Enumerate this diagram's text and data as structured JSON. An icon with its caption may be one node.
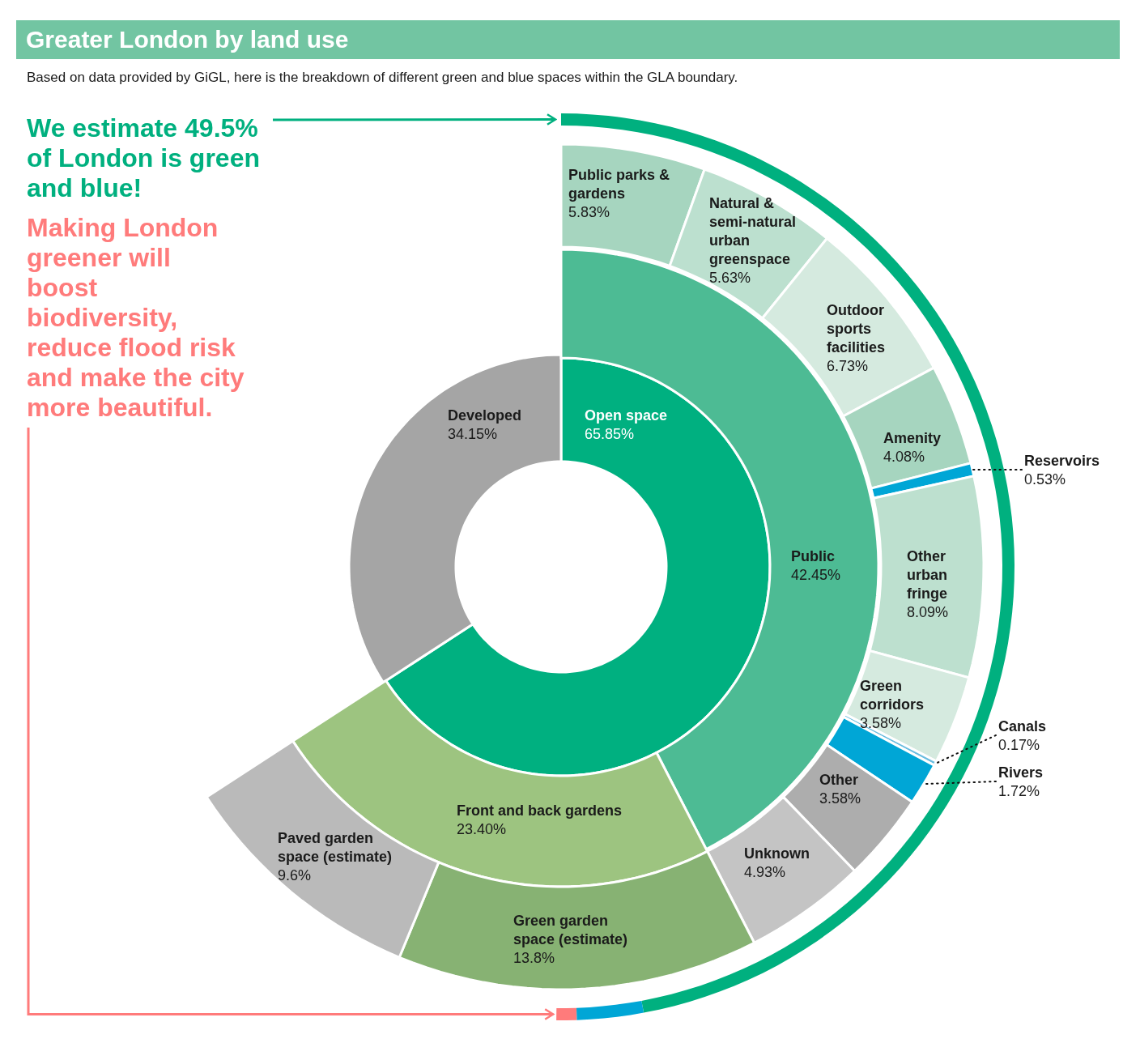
{
  "diagram": {
    "title": "Greater London by land use",
    "nodes": [
      {
        "text": [
          "We estimate 49.5% of London is green and blue!"
        ]
      },
      {
        "text": [
          "Making London greener will boost biodiversity, reduce flood risk and make the city more beautiful."
        ]
      },
      {
        "text": [],
        "shape": "arc"
      },
      {
        "text": [],
        "shape": "arc"
      },
      {
        "text": [
          "Open space",
          "65.85%"
        ]
      },
      {
        "text": [
          "Developed",
          "34.15%"
        ]
      },
      {
        "text": [
          "Public",
          "42.45%"
        ]
      },
      {
        "text": [
          "Front and back gardens",
          "23.40%"
        ]
      },
      {
        "text": [
          "Public parks & gardens",
          "5.83%"
        ]
      },
      {
        "text": [
          "Natural & semi-natural urban greenspace",
          "5.63%"
        ]
      },
      {
        "text": [
          "Outdoor sports facilities",
          "6.73%"
        ]
      },
      {
        "text": [
          "Amenity",
          "4.08%"
        ]
      },
      {
        "text": [],
        "shape": "band"
      },
      {
        "text": [
          "Other urban fringe",
          "8.09%"
        ]
      },
      {
        "text": [
          "Green corridors",
          "3.58%"
        ]
      },
      {
        "text": [],
        "shape": "band"
      },
      {
        "text": [],
        "shape": "band"
      },
      {
        "text": [
          "Other",
          "3.58%"
        ]
      },
      {
        "text": [
          "Unknown",
          "4.93%"
        ]
      },
      {
        "text": [
          "Green garden space (estimate)",
          "13.8%"
        ]
      },
      {
        "text": [
          "Paved garden space (estimate)",
          "9.6%"
        ]
      },
      {
        "text": [
          "Reservoirs",
          "0.53%"
        ]
      },
      {
        "text": [
          "Canals",
          "0.17%"
        ]
      },
      {
        "text": [
          "Rivers",
          "1.72%"
        ]
      },
      {
        "text": [],
        "shape": "arc"
      }
    ],
    "edges": [
      {
        "from": 0,
        "to": 2,
        "arrow": "to",
        "color": "#00b07f"
      },
      {
        "from": 1,
        "to": 3,
        "arrow": "to",
        "color": "#ff7b7b"
      },
      {
        "from": 21,
        "to": 12,
        "arrow": "none",
        "style": "dashed"
      },
      {
        "from": 22,
        "to": 15,
        "arrow": "none",
        "style": "dashed"
      },
      {
        "from": 23,
        "to": 16,
        "arrow": "none",
        "style": "dashed"
      }
    ],
    "labels": [
      "Based on data provided by GiGL, here is the breakdown of different green and blue spaces within the GLA boundary."
    ]
  }
}
